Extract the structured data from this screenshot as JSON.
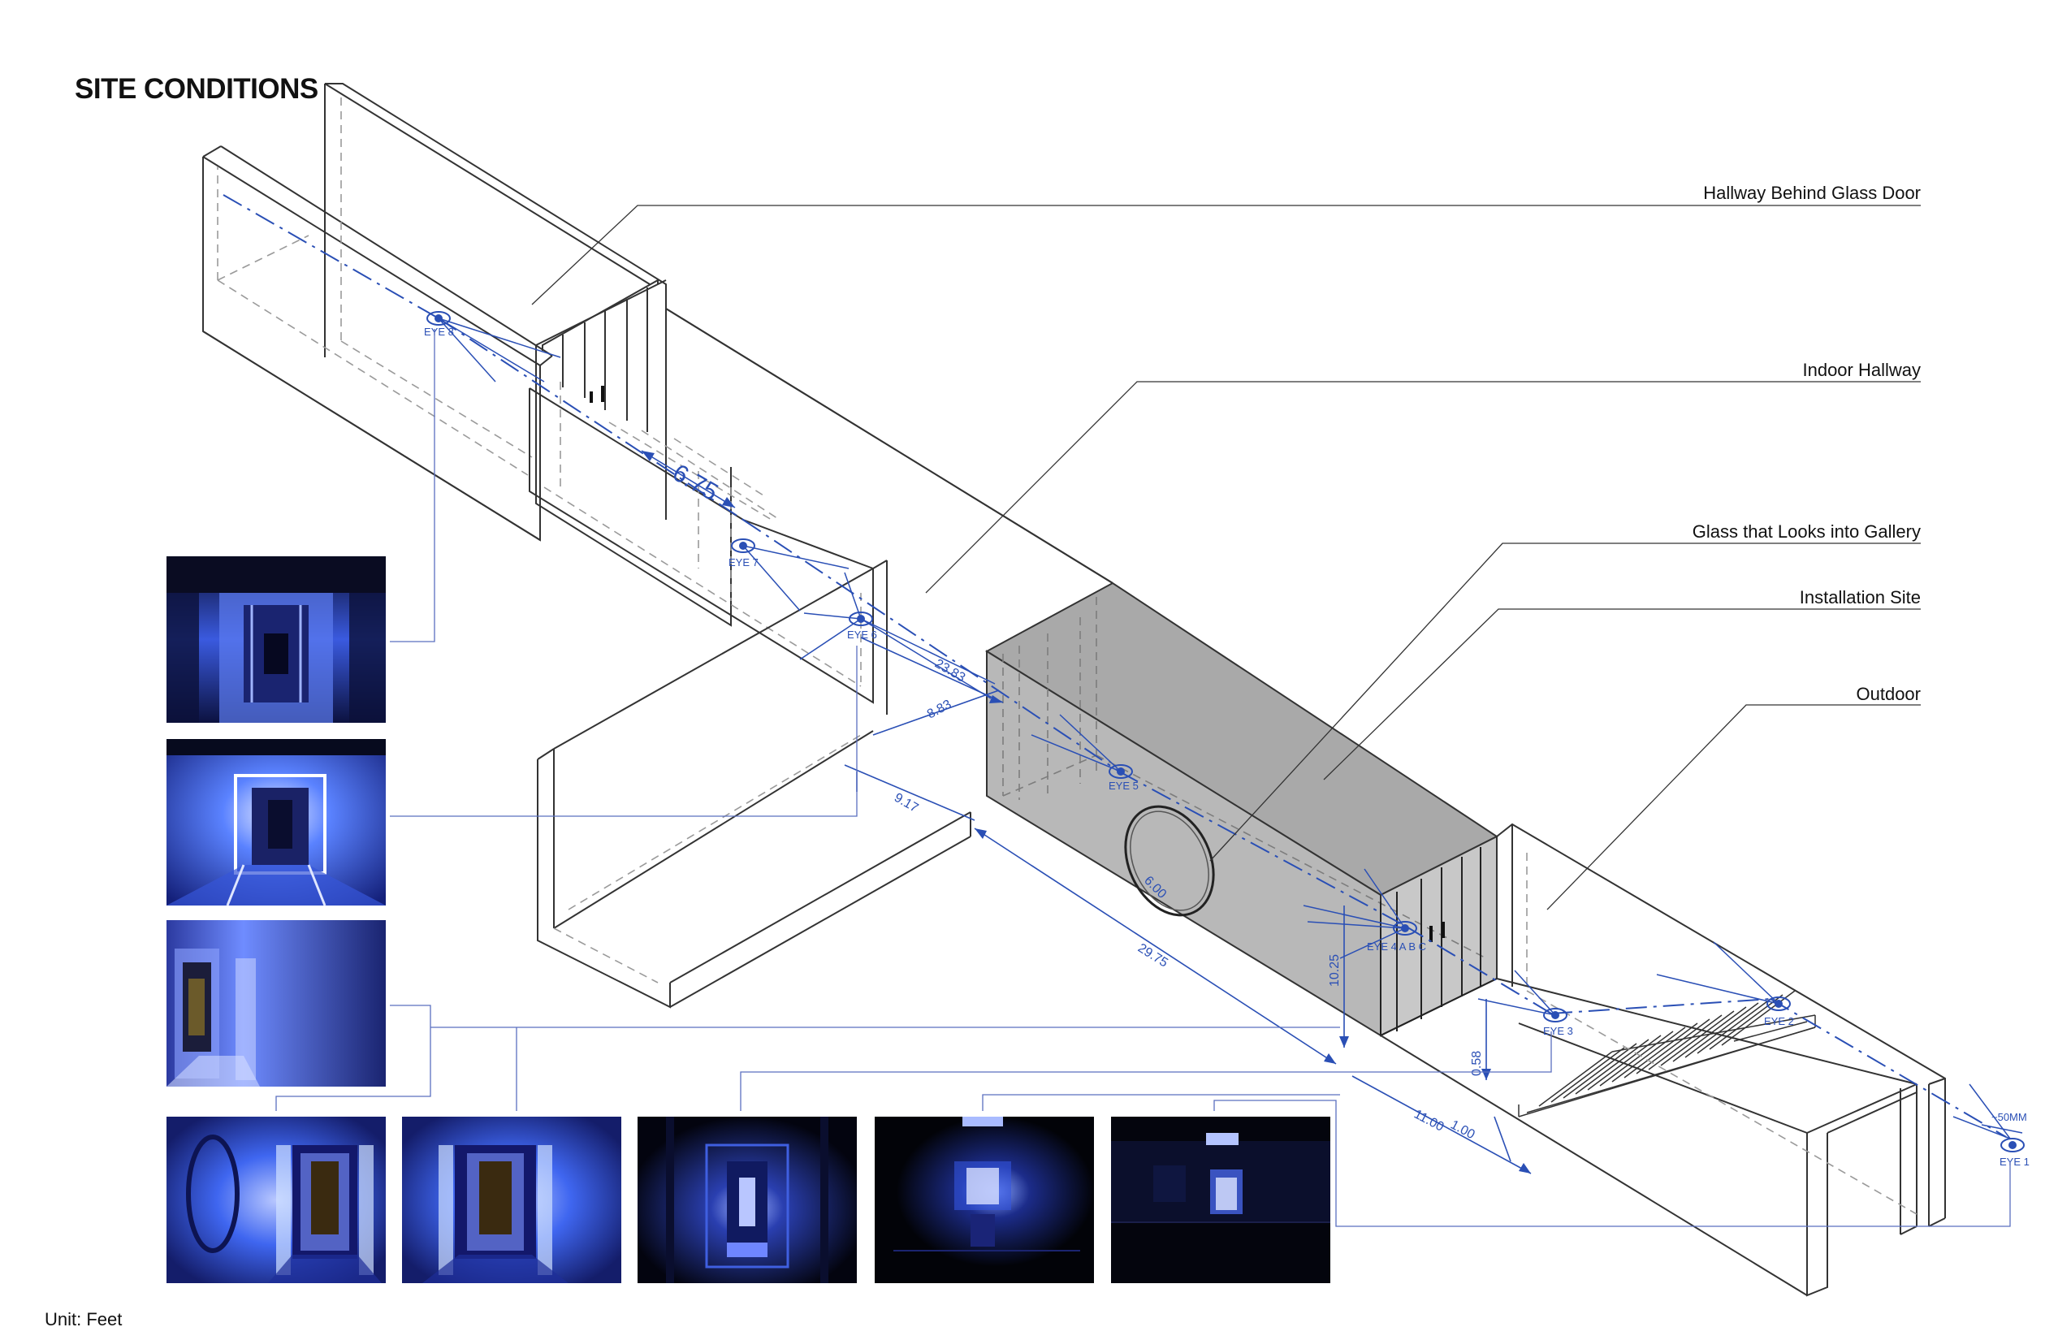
{
  "title": "SITE CONDITIONS",
  "unit_note": "Unit: Feet",
  "callouts": {
    "hallway_glass_door": "Hallway Behind Glass Door",
    "indoor_hallway": "Indoor Hallway",
    "glass_gallery": "Glass that Looks into Gallery",
    "installation_site": "Installation Site",
    "outdoor": "Outdoor"
  },
  "eyes": {
    "eye8": "EYE 8",
    "eye7": "EYE 7",
    "eye6": "EYE 6",
    "eye5": "EYE 5",
    "eye4": "EYE 4 A B C",
    "eye3": "EYE 3",
    "eye2": "EYE 2",
    "eye1": "EYE 1"
  },
  "dimensions": {
    "d675": "6.75",
    "d2383": "23.83",
    "d883": "8.83",
    "d917": "9.17",
    "d600": "6.00",
    "d2975": "29.75",
    "d1025": "10.25",
    "d058": "0.58",
    "d1100": "11.00",
    "d100": "1.00",
    "d50mm": "~50MM"
  },
  "colors": {
    "line": "#333333",
    "dash": "#8a8a8a",
    "annotation": "#2a4fb5",
    "installation_fill": "#b4b4b4"
  }
}
